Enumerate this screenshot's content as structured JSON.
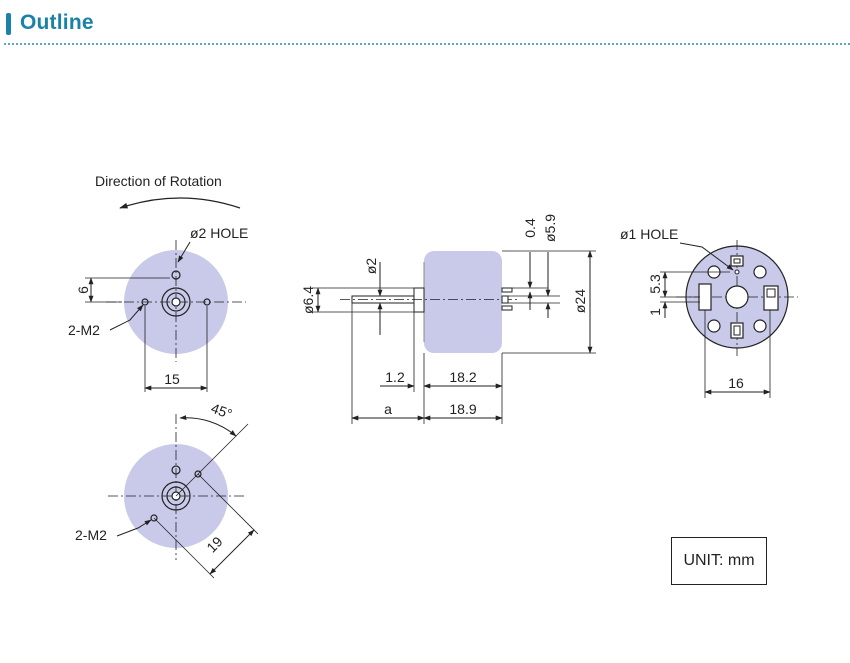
{
  "header": {
    "title": "Outline",
    "accent_color": "#1a82a8",
    "rule_color": "#5aa7c0"
  },
  "colors": {
    "motor_body": "#c9c9ea",
    "line": "#222222"
  },
  "front_view": {
    "rotation_label": "Direction of Rotation",
    "hole_label": "ø2 HOLE",
    "dim_6": "6",
    "screw_label": "2-M2",
    "dim_15": "15"
  },
  "rotated_view": {
    "angle_label": "45°",
    "screw_label": "2-M2",
    "dim_19": "19"
  },
  "side_view": {
    "dim_2": "ø2",
    "dim_64": "ø6.4",
    "dim_04": "0.4",
    "dim_59": "ø5.9",
    "dim_24": "ø24",
    "dim_12": "1.2",
    "dim_182": "18.2",
    "dim_a": "a",
    "dim_189": "18.9"
  },
  "rear_view": {
    "hole_label": "ø1 HOLE",
    "dim_53": "5.3",
    "dim_1": "1",
    "dim_16": "16"
  },
  "unit_label": "UNIT: mm"
}
